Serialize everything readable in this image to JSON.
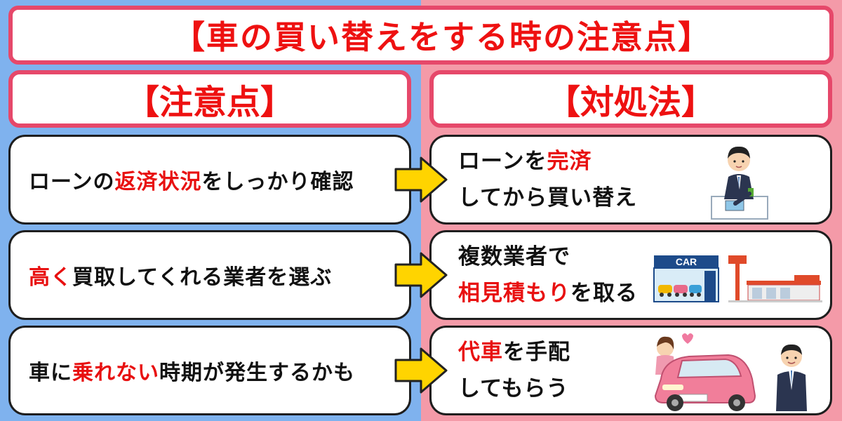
{
  "title": "【車の買い替えをする時の注意点】",
  "headers": {
    "caution": "【注意点】",
    "remedy": "【対処法】"
  },
  "cautions": [
    {
      "pre": "ローンの",
      "hl": "返済状況",
      "post": "をしっかり確認"
    },
    {
      "pre": "",
      "hl": "高く",
      "post": "買取してくれる業者を選ぶ"
    },
    {
      "pre": "車に",
      "hl": "乗れない",
      "post": "時期が発生するかも"
    }
  ],
  "remedies": [
    {
      "l1_pre": "ローンを",
      "l1_hl": "完済",
      "l2_hl": "",
      "l2_post": "してから買い替え"
    },
    {
      "l1_pre": "複数業者で",
      "l1_hl": "",
      "l2_hl": "相見積もり",
      "l2_post": "を取る"
    },
    {
      "l1_pre": "",
      "l1_hl": "代車",
      "l1_post": "を手配",
      "l2_hl": "",
      "l2_post": "してもらう"
    }
  ],
  "illustrations": {
    "shop_sign": "CAR"
  },
  "colors": {
    "left_bg": "#7fb2ee",
    "right_bg": "#f49aa8",
    "accent_red": "#e81010",
    "frame_pink": "#e6486a",
    "arrow_yellow": "#ffd400"
  },
  "icons": [
    "arrow-right-icon",
    "businessman-signing-icon",
    "car-dealer-icon",
    "car-factory-icon",
    "pink-car-icon",
    "couple-icon",
    "salesman-icon"
  ]
}
